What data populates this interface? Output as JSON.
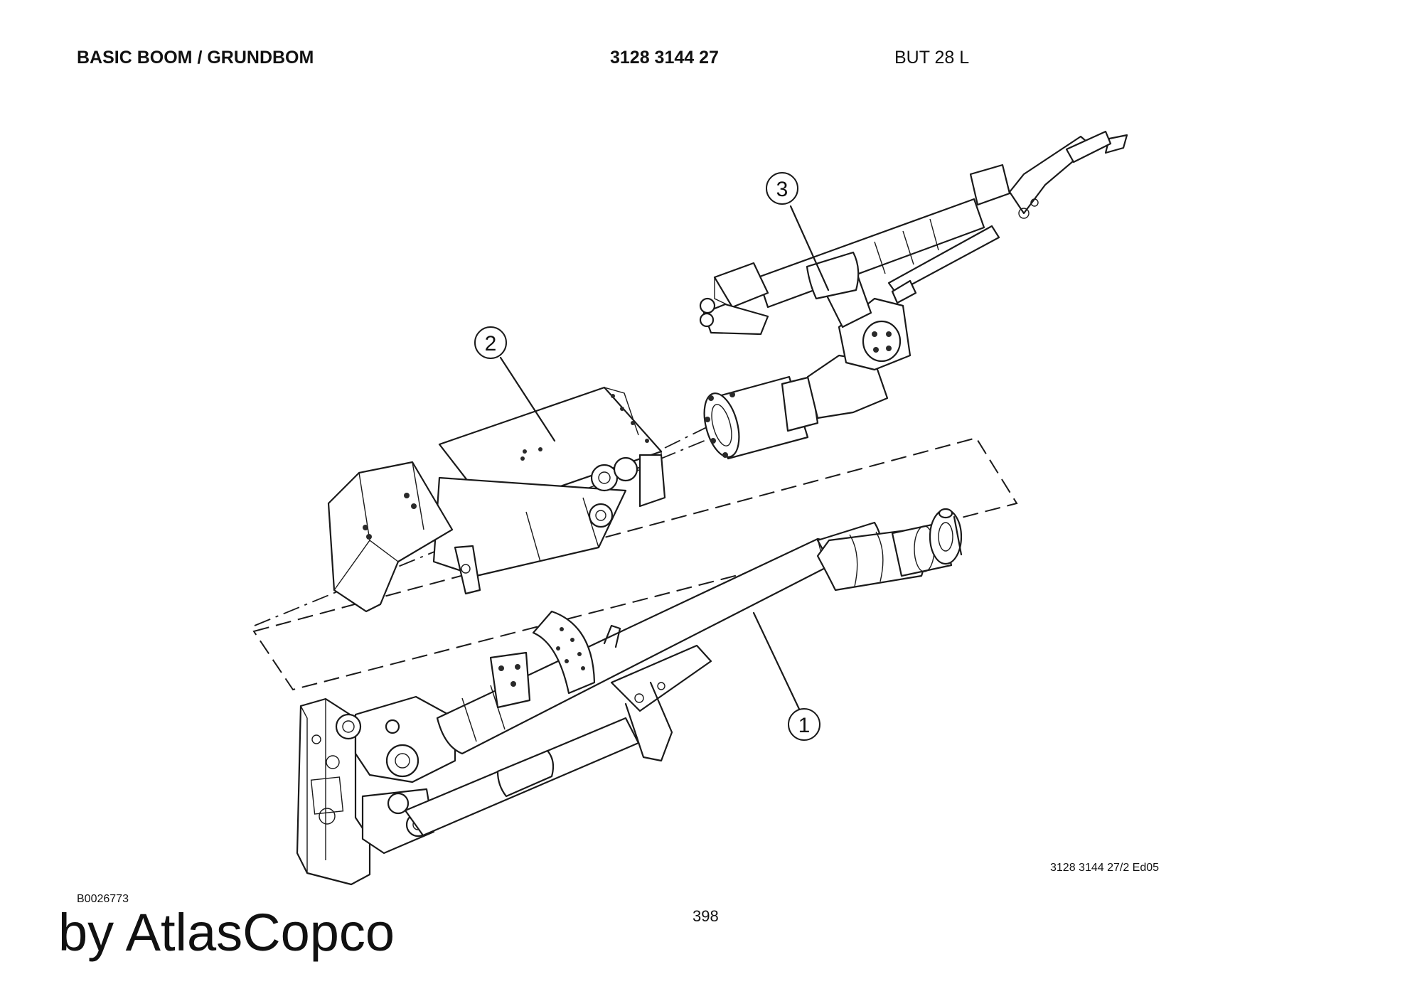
{
  "header": {
    "title": "BASIC BOOM / GRUNDBOM",
    "part_number": "3128 3144 27",
    "model": "BUT 28 L"
  },
  "callouts": [
    "1",
    "2",
    "3"
  ],
  "footer": {
    "drawing_ref": "3128 3144 27/2 Ed05",
    "doc_id": "B0026773",
    "page_number": "398",
    "brand": "by AtlasCopco"
  }
}
